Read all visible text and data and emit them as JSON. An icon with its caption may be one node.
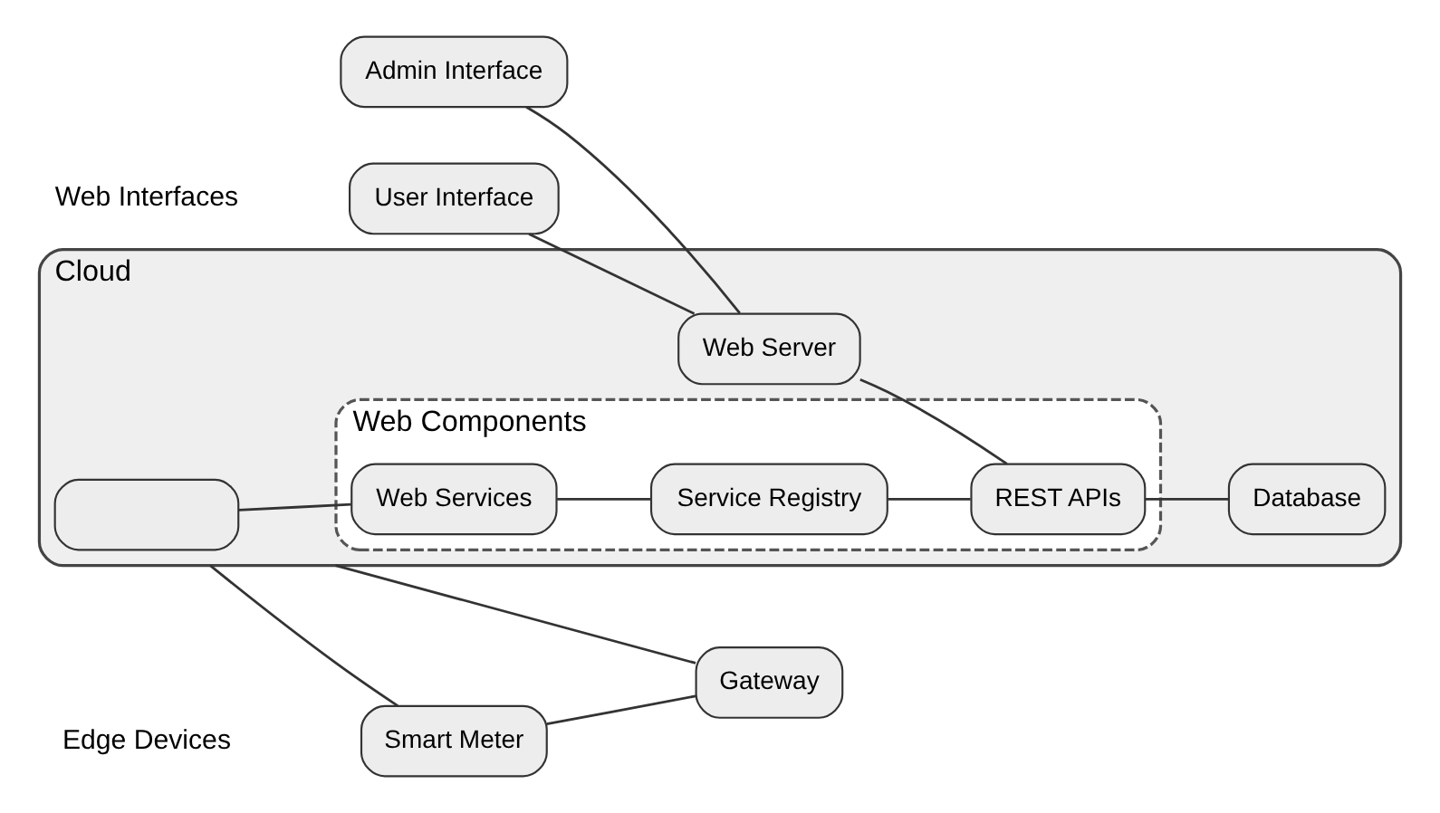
{
  "diagram": {
    "nodes": [
      {
        "text": [
          "Cloud"
        ]
      },
      {
        "text": [],
        "shape": "box",
        "in": 0
      },
      {
        "text": [
          "Web Components"
        ],
        "in": 0
      },
      {
        "text": [
          "Web Services"
        ],
        "in": 2
      },
      {
        "text": [
          "Service Registry"
        ],
        "in": 2
      },
      {
        "text": [
          "User Interface"
        ]
      },
      {
        "text": [
          "Web Server"
        ],
        "in": 0
      },
      {
        "text": [
          "REST APIs"
        ],
        "in": 2
      },
      {
        "text": [
          "Admin Interface"
        ]
      },
      {
        "text": [
          "Database"
        ],
        "in": 0
      },
      {
        "text": [
          "Smart Meter"
        ]
      },
      {
        "text": [
          "Gateway"
        ]
      }
    ],
    "edges": [
      {
        "from": 5,
        "to": 6,
        "arrow": "none"
      },
      {
        "from": 8,
        "to": 6,
        "arrow": "none"
      },
      {
        "from": 6,
        "to": 7,
        "arrow": "none"
      },
      {
        "from": 1,
        "to": 3,
        "arrow": "none"
      },
      {
        "from": 3,
        "to": 4,
        "arrow": "none"
      },
      {
        "from": 4,
        "to": 7,
        "arrow": "none"
      },
      {
        "from": 7,
        "to": 9,
        "arrow": "none"
      },
      {
        "from": 0,
        "to": 10,
        "arrow": "none"
      },
      {
        "from": 0,
        "to": 11,
        "arrow": "none"
      },
      {
        "from": 10,
        "to": 11,
        "arrow": "none"
      }
    ],
    "labels": [
      "Web Interfaces",
      "Edge Devices"
    ]
  }
}
